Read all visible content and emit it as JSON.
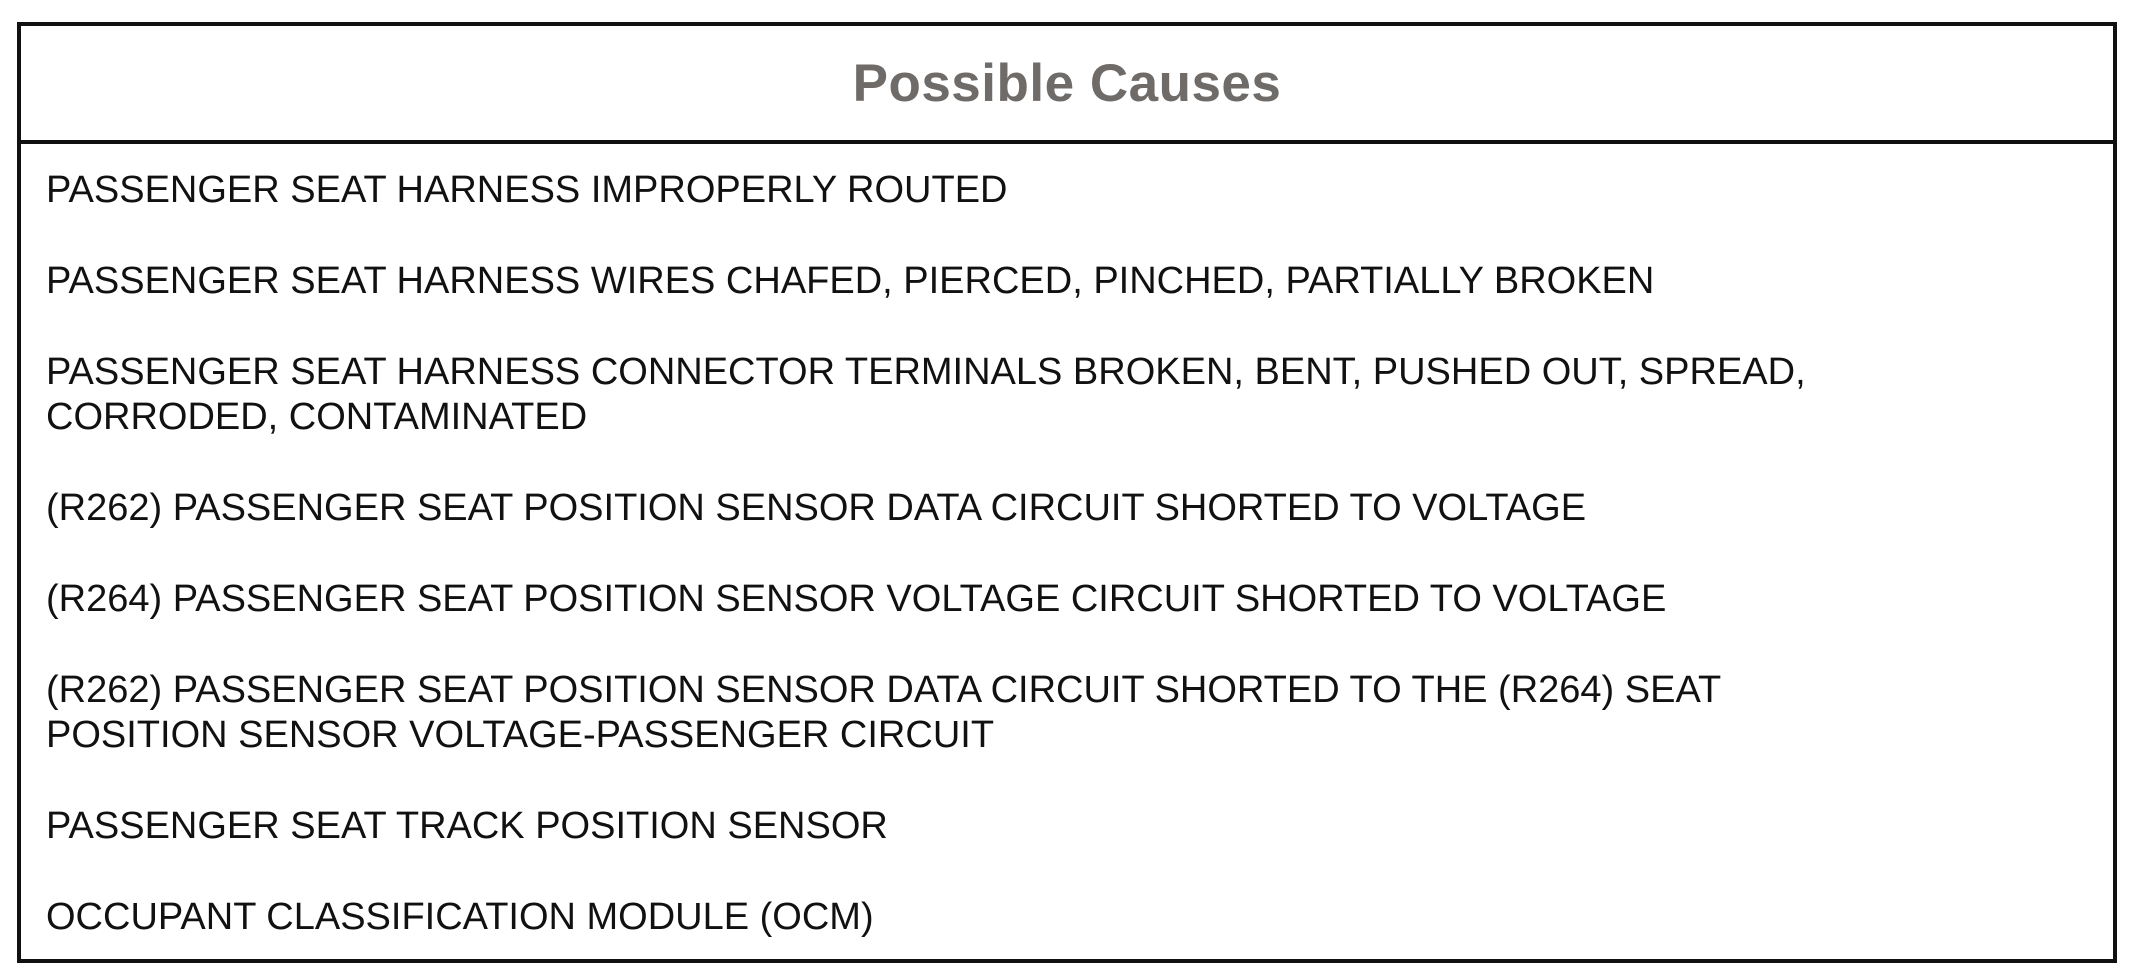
{
  "header": {
    "title": "Possible Causes"
  },
  "causes": [
    {
      "line1": "PASSENGER SEAT HARNESS IMPROPERLY ROUTED",
      "line2": ""
    },
    {
      "line1": "PASSENGER SEAT HARNESS WIRES CHAFED, PIERCED, PINCHED, PARTIALLY BROKEN",
      "line2": ""
    },
    {
      "line1": "PASSENGER SEAT HARNESS CONNECTOR TERMINALS BROKEN, BENT, PUSHED OUT, SPREAD,",
      "line2": "CORRODED, CONTAMINATED"
    },
    {
      "line1": "(R262) PASSENGER SEAT POSITION SENSOR DATA CIRCUIT SHORTED TO VOLTAGE",
      "line2": ""
    },
    {
      "line1": "(R264) PASSENGER SEAT POSITION SENSOR VOLTAGE CIRCUIT SHORTED TO VOLTAGE",
      "line2": ""
    },
    {
      "line1": "(R262) PASSENGER SEAT POSITION SENSOR DATA CIRCUIT SHORTED TO THE (R264) SEAT",
      "line2": "POSITION SENSOR VOLTAGE-PASSENGER CIRCUIT"
    },
    {
      "line1": "PASSENGER SEAT TRACK POSITION SENSOR",
      "line2": ""
    },
    {
      "line1": "OCCUPANT CLASSIFICATION MODULE (OCM)",
      "line2": ""
    }
  ],
  "colors": {
    "border": "#111111",
    "header_text": "#6e6b68",
    "body_text": "#111111",
    "background": "#ffffff"
  }
}
